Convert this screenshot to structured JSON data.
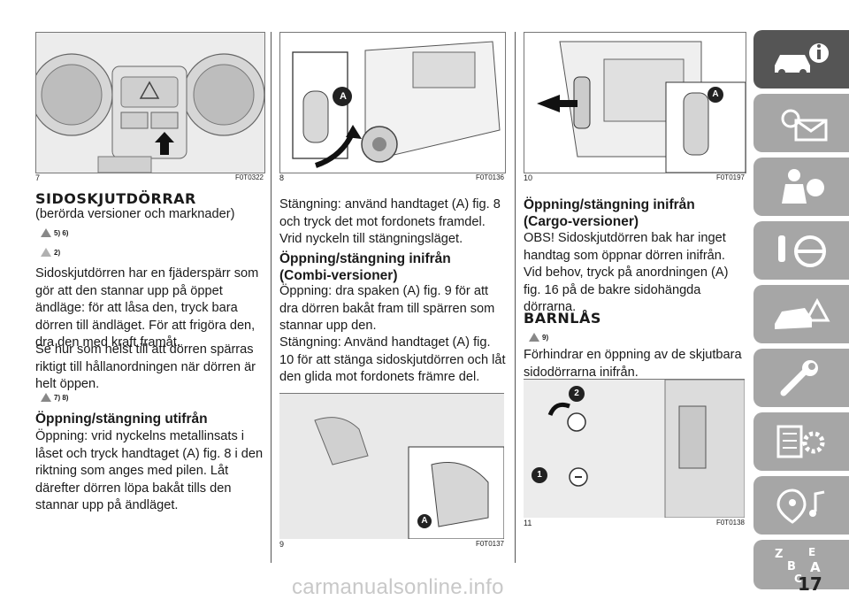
{
  "figures": {
    "f7": {
      "num": "7",
      "code": "F0T0322"
    },
    "f8": {
      "num": "8",
      "code": "F0T0136"
    },
    "f9": {
      "num": "9",
      "code": "F0T0137"
    },
    "f10": {
      "num": "10",
      "code": "F0T0197"
    },
    "f11": {
      "num": "11",
      "code": "F0T0138"
    },
    "label_a": "A",
    "label_1": "1",
    "label_2": "2"
  },
  "col1": {
    "title": "SIDOSKJUTDÖRRAR",
    "subtitle": "(berörda versioner och marknader)",
    "warn1": "5) 6)",
    "warn2": "2)",
    "para1": "Sidoskjutdörren har en fjäderspärr som gör att den stannar upp på öppet ändläge: för att låsa den, tryck bara dörren till ändläget. För att frigöra den, dra den med kraft framåt.",
    "para2": "Se hur som helst till att dörren spärras riktigt till hållanordningen när dörren är helt öppen.",
    "warn3": "7) 8)",
    "sub_heading": "Öppning/stängning utifrån",
    "para3": "Öppning: vrid nyckelns metallinsats i låset och tryck handtaget (A) fig. 8 i den riktning som anges med pilen. Låt därefter dörren löpa bakåt tills den stannar upp på ändläget."
  },
  "col2": {
    "para1": "Stängning: använd handtaget (A) fig. 8 och tryck det mot fordonets framdel. Vrid nyckeln till stängningsläget.",
    "sub_heading": "Öppning/stängning inifrån (Combi-versioner)",
    "para2": "Öppning: dra spaken (A) fig. 9 för att dra dörren bakåt fram till spärren som stannar upp den.",
    "para3": "Stängning: Använd handtaget (A) fig. 10 för att stänga sidoskjutdörren och låt den glida mot fordonets främre del."
  },
  "col3": {
    "sub_heading": "Öppning/stängning inifrån (Cargo-versioner)",
    "para1": "OBS! Sidoskjutdörren bak har inget handtag som öppnar dörren inifrån. Vid behov, tryck på anordningen (A) fig. 16 på de bakre sidohängda dörrarna.",
    "title2": "BARNLÅS",
    "warn1": "9)",
    "para2": "Förhindrar en öppning av de skjutbara sidodörrarna inifrån."
  },
  "sidebar": {
    "icons": [
      "car-info-icon",
      "warning-lights-icon",
      "airbag-icon",
      "key-steering-icon",
      "crash-car-icon",
      "wrench-icon",
      "specs-gear-icon",
      "music-nav-icon",
      "index-letters-icon"
    ]
  },
  "page_number": "17",
  "watermark": "carmanualsonline.info",
  "colors": {
    "sidebar_inactive": "#a6a6a6",
    "sidebar_active": "#555555",
    "text": "#1a1a1a"
  }
}
